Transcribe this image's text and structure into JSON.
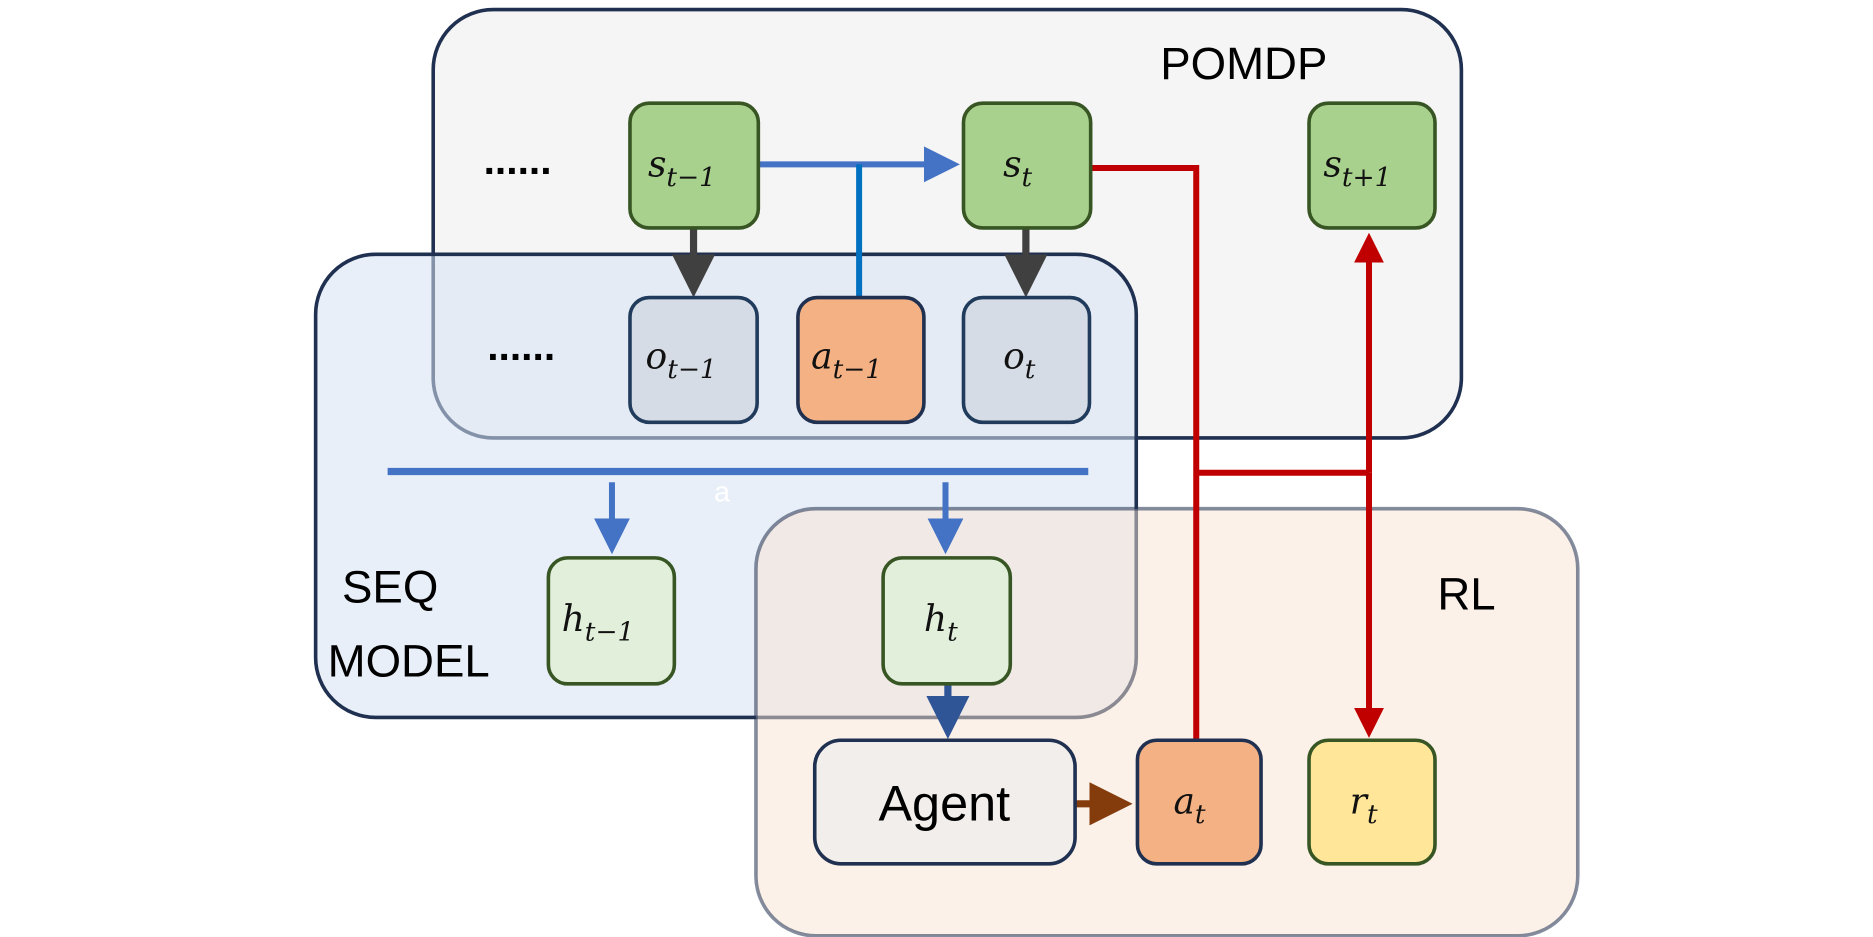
{
  "regions": {
    "pomdp": {
      "label": "POMDP",
      "fill": "#f5f5f5"
    },
    "seq_model": {
      "label_line1": "SEQ",
      "label_line2": "MODEL",
      "fill": "#dfe8f6"
    },
    "rl": {
      "label": "RL",
      "fill": "#fbeee4"
    }
  },
  "ellipsis": {
    "states": "......",
    "observations": "......"
  },
  "stray_label": "a",
  "nodes": {
    "s_prev": {
      "base": "s",
      "sub": "t−1"
    },
    "s_t": {
      "base": "s",
      "sub": "t"
    },
    "s_next": {
      "base": "s",
      "sub": "t+1"
    },
    "o_prev": {
      "base": "o",
      "sub": "t−1"
    },
    "a_prev": {
      "base": "a",
      "sub": "t−1"
    },
    "o_t": {
      "base": "o",
      "sub": "t"
    },
    "h_prev": {
      "base": "h",
      "sub": "t−1"
    },
    "h_t": {
      "base": "h",
      "sub": "t"
    },
    "agent": {
      "label": "Agent"
    },
    "a_t": {
      "base": "a",
      "sub": "t"
    },
    "r_t": {
      "base": "r",
      "sub": "t"
    }
  },
  "colors": {
    "state": "#a9d18e",
    "observation": "#d6dce5",
    "action": "#f4b183",
    "hidden": "#e2efda",
    "reward": "#ffe699",
    "agent": "#f2eeeb",
    "transition_arrow": "#4472c4",
    "env_arrow": "#c00000",
    "action_arrow": "#843c0c"
  }
}
